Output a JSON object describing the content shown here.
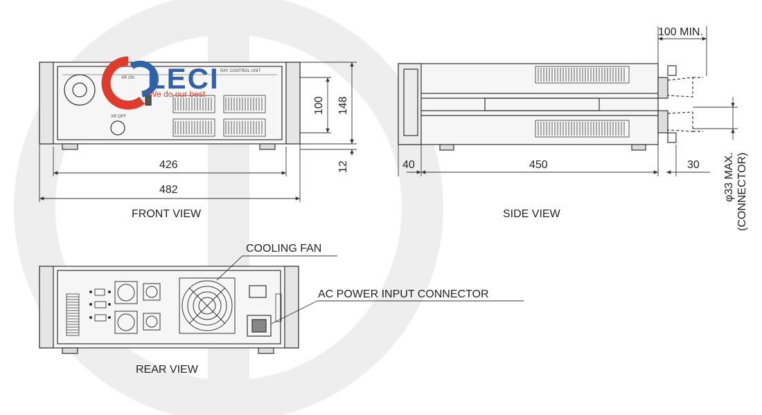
{
  "logo": {
    "brand": "LECI",
    "tagline": "We do our best",
    "color_red": "#e03a2c",
    "color_blue": "#2f62a8"
  },
  "front_view": {
    "caption": "FRONT VIEW",
    "panel_label": "RAY CONTROL UNIT",
    "xray_on_label": "XR ON",
    "xray_off_label": "XR OFF",
    "dims": {
      "inner_width": "426",
      "outer_width": "482",
      "panel_height": "100",
      "total_height": "148",
      "foot_height": "12"
    }
  },
  "side_view": {
    "caption": "SIDE VIEW",
    "dims": {
      "clearance": "100 MIN.",
      "front": "40",
      "depth": "450",
      "rear": "30",
      "connector": "φ33 MAX.",
      "connector_note": "(CONNECTOR)"
    }
  },
  "rear_view": {
    "caption": "REAR VIEW",
    "callout_fan": "COOLING FAN",
    "callout_power": "AC POWER INPUT CONNECTOR"
  }
}
